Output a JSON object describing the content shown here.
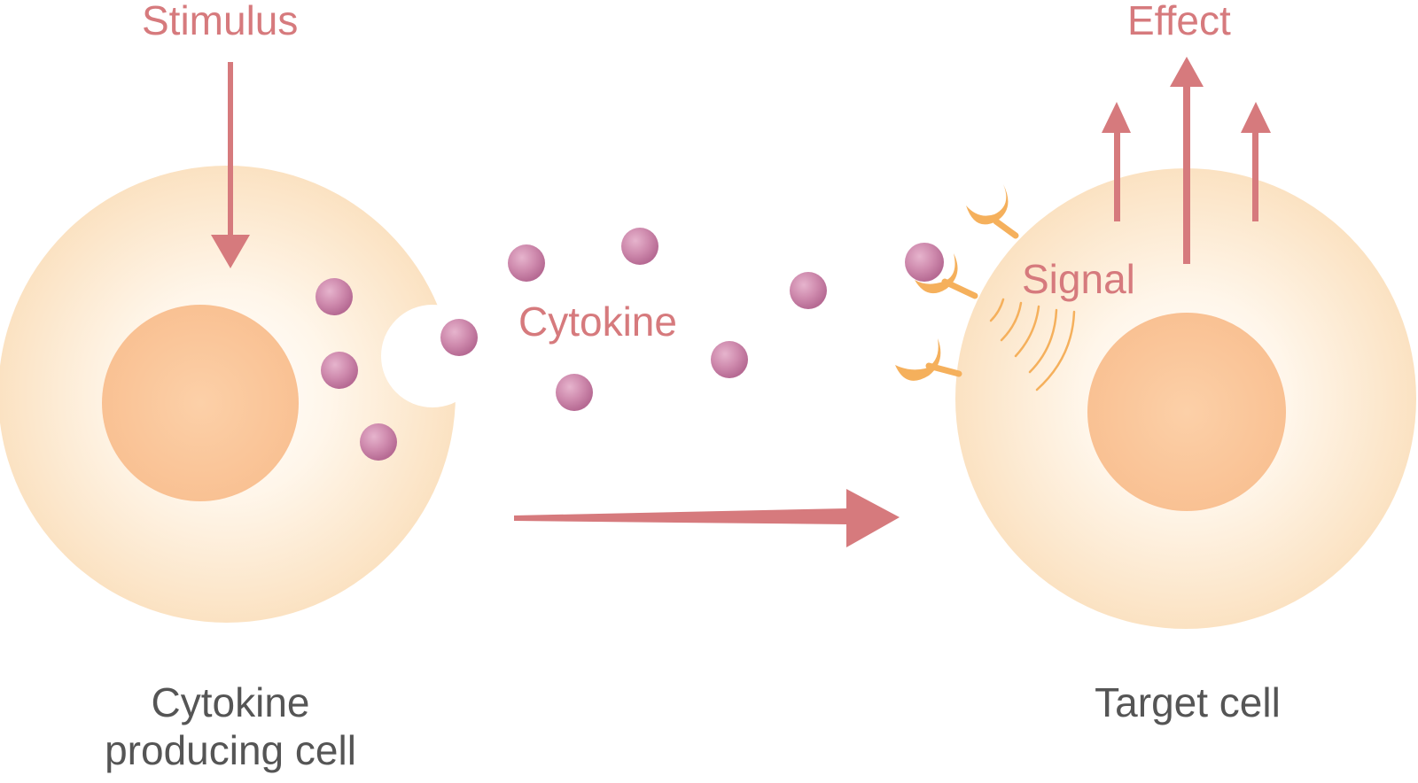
{
  "labels": {
    "stimulus": "Stimulus",
    "effect": "Effect",
    "cytokine": "Cytokine",
    "signal": "Signal",
    "producing_cell_line1": "Cytokine",
    "producing_cell_line2": "producing cell",
    "target_cell": "Target cell"
  },
  "colors": {
    "accent": "#d67a7d",
    "cell_body": "#fdebd3",
    "nucleus": "#fbcba0",
    "cytokine_particle": "#c97aa3",
    "receptor": "#f5b05c",
    "label_dark": "#555555"
  }
}
